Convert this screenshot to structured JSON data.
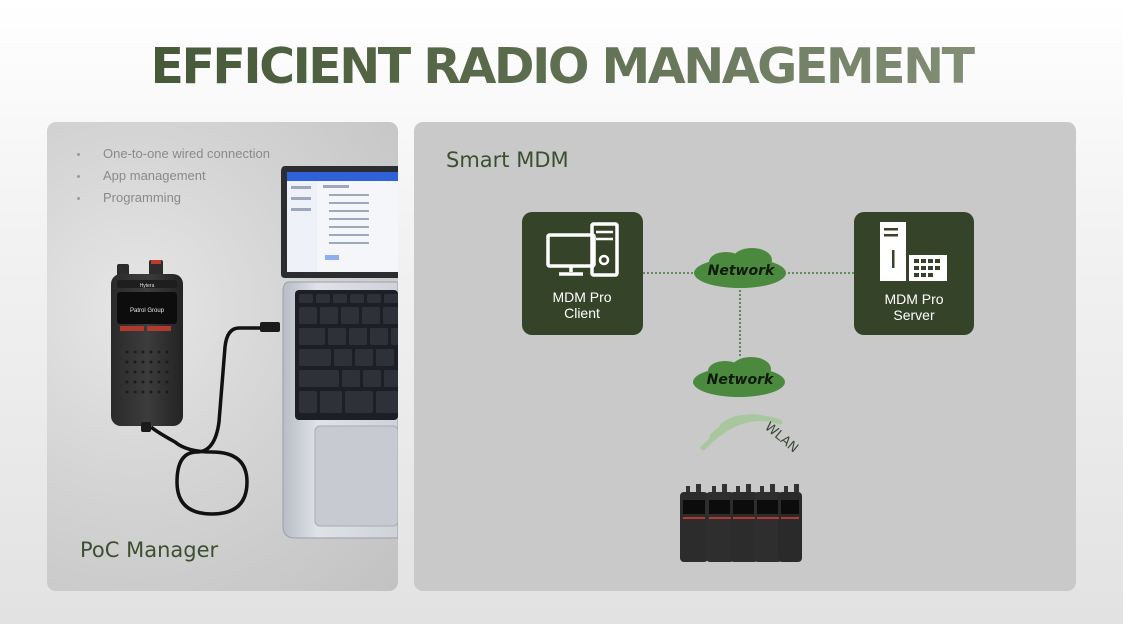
{
  "title": "EFFICIENT RADIO MANAGEMENT",
  "left_panel": {
    "bullets": [
      "One-to-one wired connection",
      "App management",
      "Programming"
    ],
    "caption": "PoC Manager",
    "radio_brand": "Hytera",
    "radio_screen_text": "Patrol Group"
  },
  "right_panel": {
    "caption": "Smart MDM",
    "client_line1": "MDM Pro",
    "client_line2": "Client",
    "server_line1": "MDM Pro",
    "server_line2": "Server",
    "network_label_1": "Network",
    "network_label_2": "Network",
    "wlan_label": "WLAN"
  },
  "colors": {
    "title_dark": "#3d5130",
    "title_light": "#8f9a84",
    "node_dark_green": "#354329",
    "cloud_green": "#4b8a3e",
    "link_green": "#3f7b35",
    "wifi_green": "#a9c79f",
    "panel_gray": "#c9c9c9"
  },
  "icons": [
    "computer-icon",
    "server-icon",
    "wifi-icon",
    "network-cloud-icon"
  ]
}
